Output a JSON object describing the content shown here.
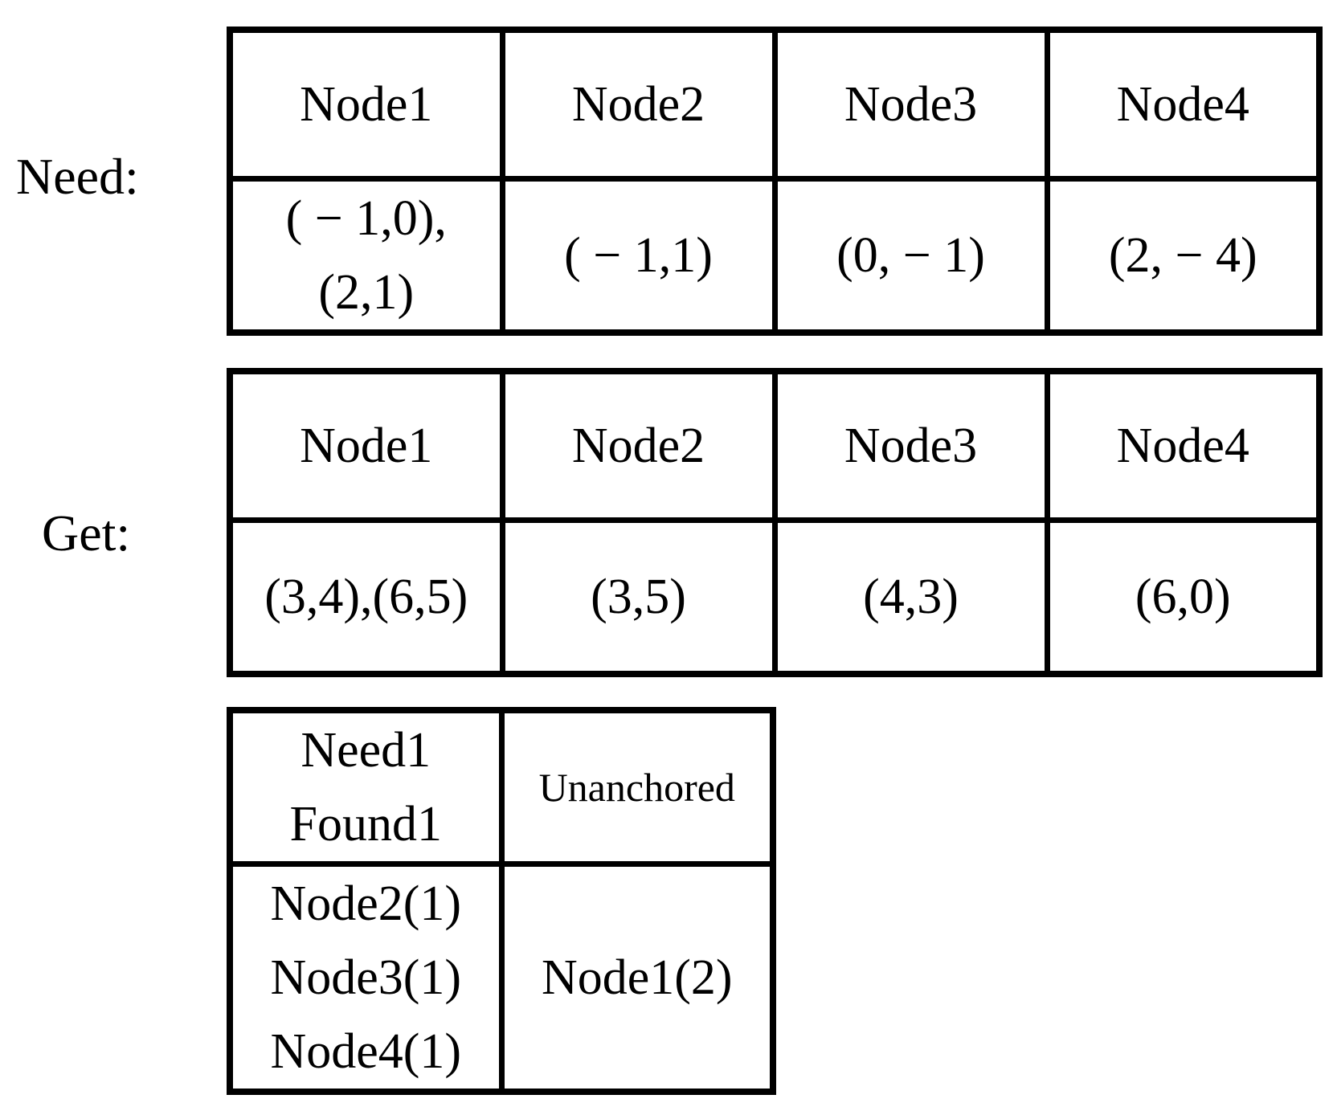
{
  "labels": {
    "need": "Need:",
    "get": "Get:"
  },
  "need_table": {
    "headers": [
      "Node1",
      "Node2",
      "Node3",
      "Node4"
    ],
    "cells": [
      [
        "( − 1,0),",
        "(2,1)"
      ],
      [
        "( − 1,1)"
      ],
      [
        "(0, − 1)"
      ],
      [
        "(2, − 4)"
      ]
    ]
  },
  "get_table": {
    "headers": [
      "Node1",
      "Node2",
      "Node3",
      "Node4"
    ],
    "cells": [
      [
        "(3,4),(6,5)"
      ],
      [
        "(3,5)"
      ],
      [
        "(4,3)"
      ],
      [
        "(6,0)"
      ]
    ]
  },
  "anchor_table": {
    "headers": [
      [
        "Need1",
        "Found1"
      ],
      [
        "Unanchored"
      ]
    ],
    "cells": [
      [
        "Node2(1)",
        "Node3(1)",
        "Node4(1)"
      ],
      [
        "Node1(2)"
      ]
    ]
  },
  "colors": {
    "ink": "#000000",
    "background": "#ffffff"
  }
}
